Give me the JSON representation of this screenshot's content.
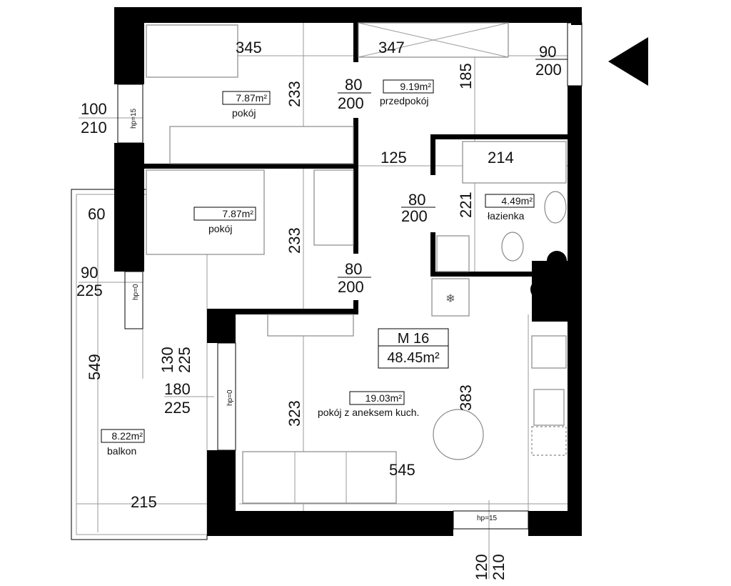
{
  "apartment": {
    "code": "M 16",
    "total_area": "48.45m²"
  },
  "rooms": [
    {
      "name": "pokój",
      "area": "7.87m²"
    },
    {
      "name": "pokój",
      "area": "7.87m²"
    },
    {
      "name": "przedpokój",
      "area": "9.19m²"
    },
    {
      "name": "łazienka",
      "area": "4.49m²"
    },
    {
      "name": "pokój z aneksem kuch.",
      "area": "19.03m²"
    },
    {
      "name": "balkon",
      "area": "8.22m²"
    }
  ],
  "dimensions": {
    "room1_width": "345",
    "hall_width": "347",
    "room1_height": "233",
    "hall_height": "185",
    "corridor": "125",
    "bath_width": "214",
    "bath_height": "221",
    "room2_height": "233",
    "balcony_width": "60",
    "balcony_length": "549",
    "balcony_depth": "215",
    "living_height": "323",
    "living_kitchen_height": "383",
    "living_width": "545"
  },
  "openings": {
    "entry_door": {
      "w": "90",
      "h": "200"
    },
    "room1_door": {
      "w": "80",
      "h": "200"
    },
    "bath_door": {
      "w": "80",
      "h": "200"
    },
    "room2_door": {
      "w": "80",
      "h": "200"
    },
    "room1_window": {
      "w": "100",
      "h": "210",
      "sill": "hp=15"
    },
    "room2_window": {
      "w": "90",
      "h": "225",
      "sill": "hp=0"
    },
    "balcony_window": {
      "w": "130",
      "h": "225"
    },
    "balcony_door": {
      "w": "180",
      "h": "225",
      "sill": "hp=0"
    },
    "living_window": {
      "w": "120",
      "h": "210",
      "sill": "hp=15"
    }
  },
  "icons": [
    "entrance-arrow-icon",
    "snowflake-icon"
  ]
}
